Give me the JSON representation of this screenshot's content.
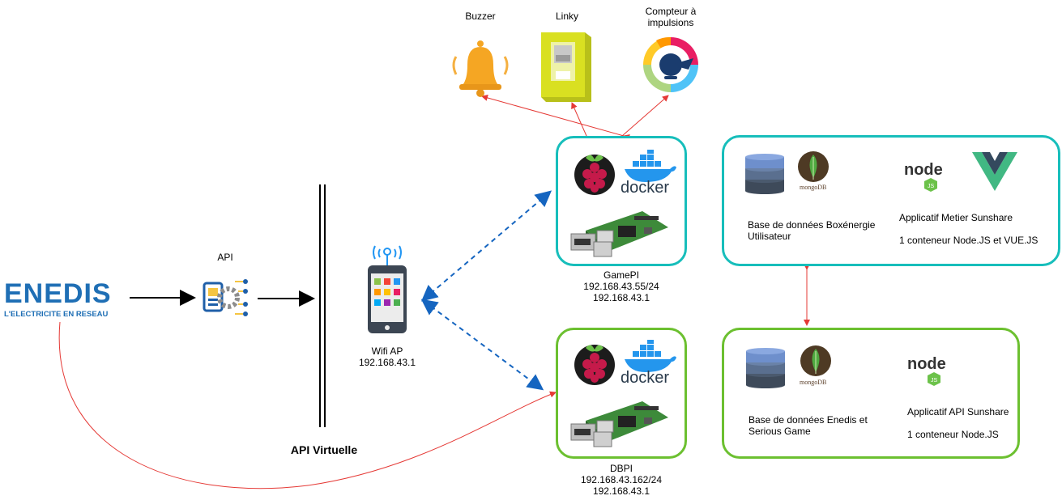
{
  "enedis": {
    "logo_text": "ENEDIS",
    "tagline": "L'ELECTRICITE EN RESEAU"
  },
  "api": {
    "label": "API"
  },
  "api_virtuelle": {
    "label": "API Virtuelle"
  },
  "wifi": {
    "line1": "Wifi AP",
    "line2": "192.168.43.1"
  },
  "devices": {
    "buzzer": "Buzzer",
    "linky": "Linky",
    "compteur_line1": "Compteur à",
    "compteur_line2": "impulsions"
  },
  "gamepi": {
    "name": "GamePI",
    "ip": "192.168.43.55/24",
    "gateway": "192.168.43.1"
  },
  "dbpi": {
    "name": "DBPI",
    "ip": "192.168.43.162/24",
    "gateway": "192.168.43.1"
  },
  "docker_text": "docker",
  "mongodb_text": "mongoDB",
  "node_text": "node",
  "box_top": {
    "db_line1": "Base de données Boxénergie",
    "db_line2": "Utilisateur",
    "app_title": "Applicatif Metier Sunshare",
    "app_detail": "1 conteneur Node.JS et VUE.JS"
  },
  "box_bottom": {
    "db_line1": "Base de données Enedis et",
    "db_line2": "Serious Game",
    "app_title": "Applicatif API Sunshare",
    "app_detail": "1 conteneur Node.JS"
  },
  "colors": {
    "teal": "#17bebb",
    "green": "#6cc030",
    "red_arrow": "#e53935",
    "blue_dashed": "#1565c0",
    "enedis_blue": "#1f6fb5"
  }
}
